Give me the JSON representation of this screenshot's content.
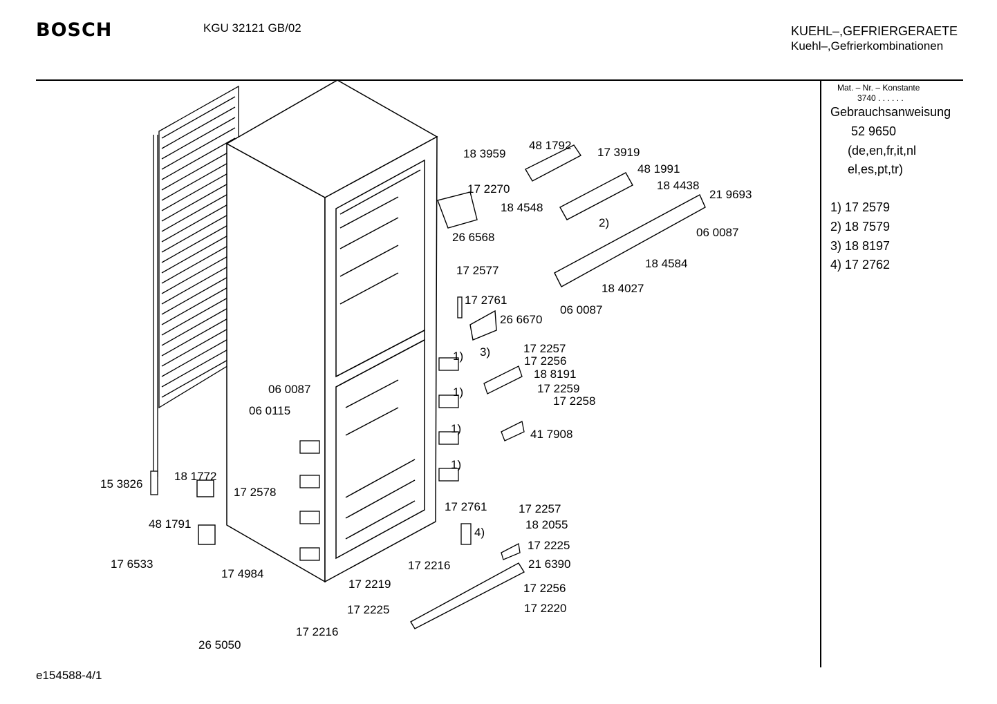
{
  "header": {
    "brand": "BOSCH",
    "model": "KGU 32121 GB/02",
    "title_line1": "KUEHL–,GEFRIERGERAETE",
    "title_line2": "Kuehl–,Gefrierkombinationen"
  },
  "sidebar": {
    "mat_label": "Mat. – Nr. – Konstante",
    "mat_value": "3740 .  .  .  .  .  .",
    "manual_label": "Gebrauchsanweisung",
    "manual_number": "52 9650",
    "languages_line1": "(de,en,fr,it,nl",
    "languages_line2": "el,es,pt,tr)",
    "notes": [
      "1)  17 2579",
      "2)  18 7579",
      "3)  18 8197",
      "4)  17 2762"
    ]
  },
  "footer": {
    "code": "e154588-4/1"
  },
  "parts": [
    {
      "label": "18 3959"
    },
    {
      "label": "48 1792"
    },
    {
      "label": "17 3919"
    },
    {
      "label": "48 1991"
    },
    {
      "label": "17 2270"
    },
    {
      "label": "18 4438"
    },
    {
      "label": "21 9693"
    },
    {
      "label": "18 4548"
    },
    {
      "label": "2)"
    },
    {
      "label": "06 0087"
    },
    {
      "label": "26 6568"
    },
    {
      "label": "18 4584"
    },
    {
      "label": "17 2577"
    },
    {
      "label": "18 4027"
    },
    {
      "label": "06 0087"
    },
    {
      "label": "17 2761"
    },
    {
      "label": "26 6670"
    },
    {
      "label": "17 2257"
    },
    {
      "label": "1)"
    },
    {
      "label": "3)"
    },
    {
      "label": "17 2256"
    },
    {
      "label": "18 8191"
    },
    {
      "label": "17 2259"
    },
    {
      "label": "1)"
    },
    {
      "label": "17 2258"
    },
    {
      "label": "06 0087"
    },
    {
      "label": "06 0115"
    },
    {
      "label": "1)"
    },
    {
      "label": "41 7908"
    },
    {
      "label": "1)"
    },
    {
      "label": "15 3826"
    },
    {
      "label": "18 1772"
    },
    {
      "label": "17 2578"
    },
    {
      "label": "17 2761"
    },
    {
      "label": "17 2257"
    },
    {
      "label": "48 1791"
    },
    {
      "label": "18 2055"
    },
    {
      "label": "4)"
    },
    {
      "label": "17 2225"
    },
    {
      "label": "17 6533"
    },
    {
      "label": "17 2216"
    },
    {
      "label": "21 6390"
    },
    {
      "label": "17 4984"
    },
    {
      "label": "17 2219"
    },
    {
      "label": "17 2256"
    },
    {
      "label": "17 2225"
    },
    {
      "label": "17 2220"
    },
    {
      "label": "17 2216"
    },
    {
      "label": "26 5050"
    }
  ]
}
